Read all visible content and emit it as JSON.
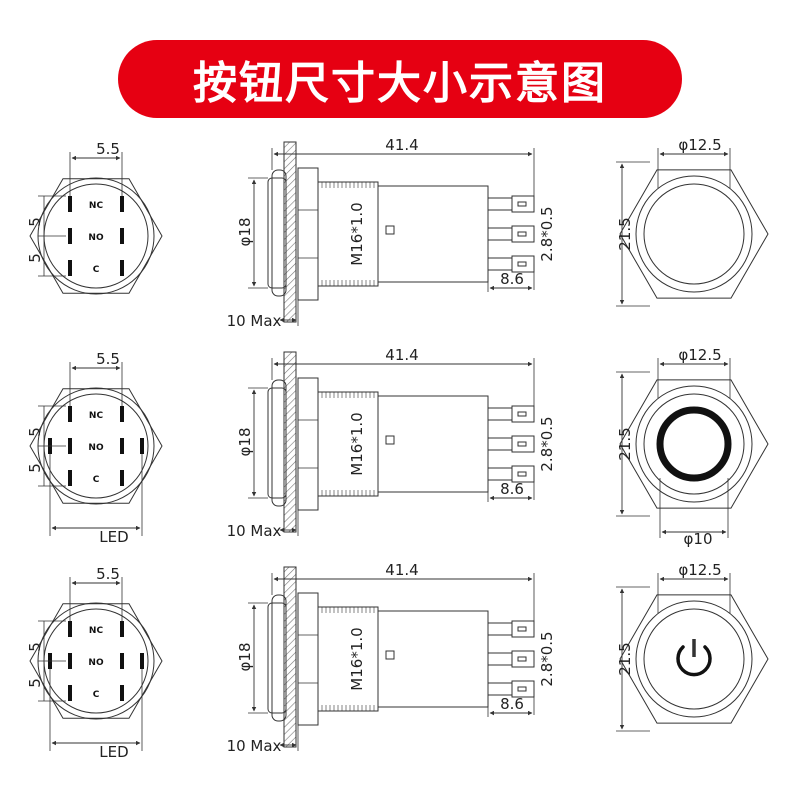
{
  "title": "按钮尺寸大小示意图",
  "colors": {
    "banner": "#e60012",
    "line": "#333333",
    "text": "#222222"
  },
  "rows": [
    {
      "front": {
        "pitch_h": "5.5",
        "pitch_v1": "5",
        "pitch_v2": "5",
        "pins": [
          "NC",
          "NO",
          "C"
        ],
        "led": false,
        "led_label": ""
      },
      "side": {
        "length": "41.4",
        "diameter": "φ18",
        "thread": "M16*1.0",
        "terminal": "2.8*0.5",
        "rear": "8.6",
        "panel": "10 Max"
      },
      "face": {
        "outer": "φ12.5",
        "height": "21.5",
        "ring": "",
        "symbol": ""
      }
    },
    {
      "front": {
        "pitch_h": "5.5",
        "pitch_v1": "5",
        "pitch_v2": "5",
        "pins": [
          "NC",
          "NO",
          "C"
        ],
        "led": true,
        "led_label": "LED"
      },
      "side": {
        "length": "41.4",
        "diameter": "φ18",
        "thread": "M16*1.0",
        "terminal": "2.8*0.5",
        "rear": "8.6",
        "panel": "10 Max"
      },
      "face": {
        "outer": "φ12.5",
        "height": "21.5",
        "ring": "φ10",
        "symbol": "ring"
      }
    },
    {
      "front": {
        "pitch_h": "5.5",
        "pitch_v1": "5",
        "pitch_v2": "5",
        "pins": [
          "NC",
          "NO",
          "C"
        ],
        "led": true,
        "led_label": "LED"
      },
      "side": {
        "length": "41.4",
        "diameter": "φ18",
        "thread": "M16*1.0",
        "terminal": "2.8*0.5",
        "rear": "8.6",
        "panel": "10 Max"
      },
      "face": {
        "outer": "φ12.5",
        "height": "21.5",
        "ring": "",
        "symbol": "power-icon"
      }
    }
  ]
}
